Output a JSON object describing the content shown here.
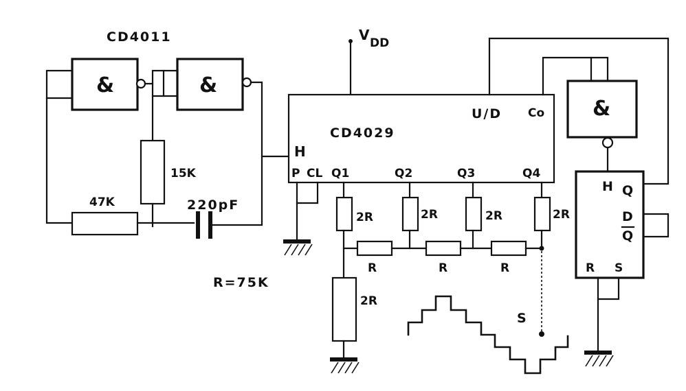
{
  "labels": {
    "cd4011": "CD4011",
    "vdd": "V",
    "vdd_sub": "DD",
    "cd4029": "CD4029",
    "ud": "U/D",
    "co": "Co",
    "h_counter": "H",
    "p": "P",
    "cl": "CL",
    "q1": "Q1",
    "q2": "Q2",
    "q3": "Q3",
    "q4": "Q4",
    "res_15k": "15K",
    "res_47k": "47K",
    "cap_220pf": "220pF",
    "r_value": "R=75K",
    "r_2r_q1": "2R",
    "r_2r_q2": "2R",
    "r_2r_q3": "2R",
    "r_2r_q4": "2R",
    "r_2r_bottom": "2R",
    "r_1": "R",
    "r_2": "R",
    "r_3": "R",
    "s_out": "S",
    "gate_symbol": "&",
    "ff_h": "H",
    "ff_q": "Q",
    "ff_d": "D",
    "ff_qbar": "Q",
    "ff_r": "R",
    "ff_s": "S"
  }
}
